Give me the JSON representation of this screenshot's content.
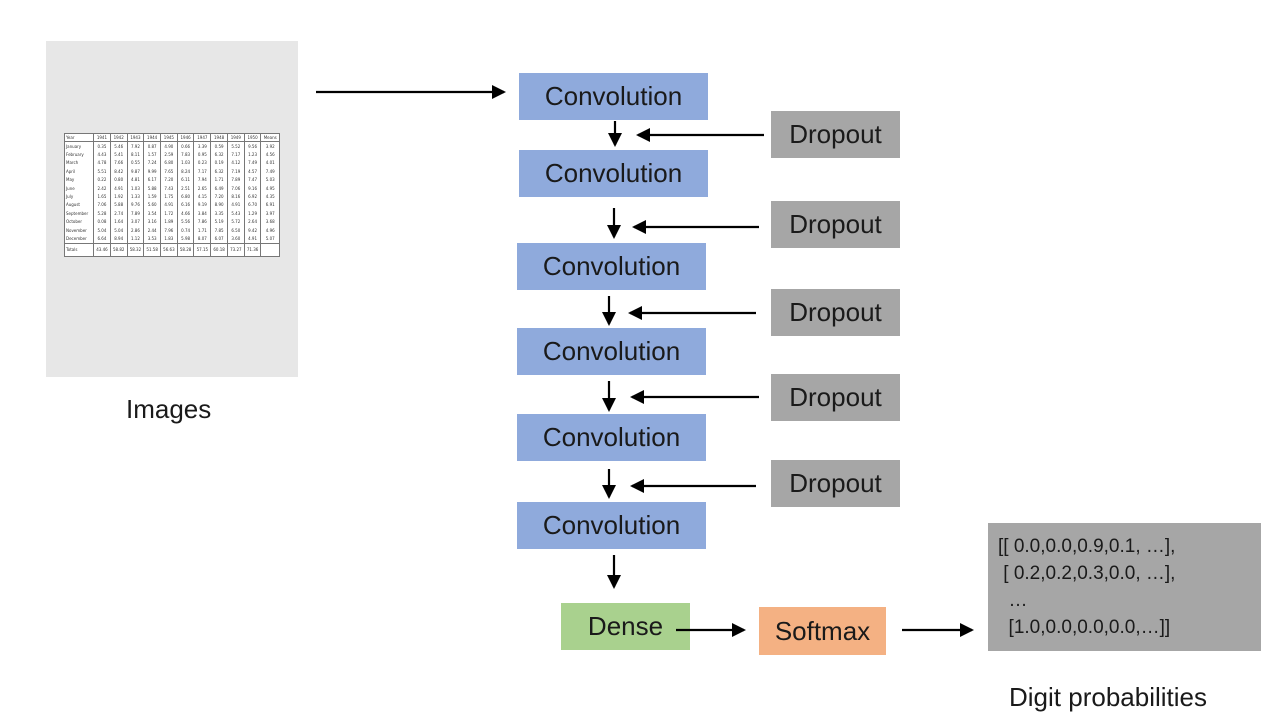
{
  "input": {
    "caption": "Images",
    "table": {
      "headers": [
        "Year",
        "1941",
        "1942",
        "1943",
        "1944",
        "1945",
        "1946",
        "1947",
        "1948",
        "1949",
        "1950",
        "Means"
      ],
      "rows": [
        [
          "January",
          "0.35",
          "5.46",
          "7.92",
          "0.87",
          "4.90",
          "0.66",
          "3.39",
          "0.59",
          "5.52",
          "9.56",
          "3.92"
        ],
        [
          "February",
          "4.43",
          "5.41",
          "8.11",
          "1.57",
          "2.59",
          "7.83",
          "0.95",
          "6.32",
          "7.17",
          "1.23",
          "4.56"
        ],
        [
          "March",
          "4.78",
          "7.66",
          "0.55",
          "7.24",
          "6.80",
          "1.03",
          "0.23",
          "0.19",
          "4.12",
          "7.49",
          "4.01"
        ],
        [
          "April",
          "5.51",
          "8.42",
          "9.87",
          "9.99",
          "7.65",
          "8.24",
          "7.17",
          "6.32",
          "7.19",
          "4.57",
          "7.49"
        ],
        [
          "May",
          "0.22",
          "0.80",
          "4.81",
          "6.17",
          "7.20",
          "6.11",
          "7.94",
          "1.71",
          "7.89",
          "7.47",
          "5.03"
        ],
        [
          "June",
          "2.42",
          "4.91",
          "1.03",
          "5.88",
          "7.43",
          "2.51",
          "2.65",
          "6.49",
          "7.06",
          "9.16",
          "4.95"
        ],
        [
          "July",
          "1.65",
          "1.92",
          "1.33",
          "1.59",
          "1.75",
          "6.80",
          "4.15",
          "7.20",
          "8.16",
          "6.92",
          "4.35"
        ],
        [
          "August",
          "7.06",
          "5.88",
          "9.76",
          "5.60",
          "4.91",
          "6.16",
          "9.19",
          "8.90",
          "4.91",
          "6.70",
          "6.91"
        ],
        [
          "September",
          "5.28",
          "2.74",
          "7.89",
          "3.54",
          "1.72",
          "4.66",
          "3.84",
          "3.35",
          "5.43",
          "1.29",
          "3.97"
        ],
        [
          "October",
          "0.08",
          "1.64",
          "3.07",
          "3.16",
          "1.89",
          "5.56",
          "7.86",
          "5.19",
          "5.72",
          "2.64",
          "3.68"
        ],
        [
          "November",
          "5.04",
          "5.04",
          "2.86",
          "2.44",
          "7.96",
          "0.74",
          "1.71",
          "7.85",
          "6.50",
          "9.42",
          "4.96"
        ],
        [
          "December",
          "6.64",
          "8.94",
          "1.12",
          "3.53",
          "1.83",
          "5.98",
          "8.07",
          "6.07",
          "3.60",
          "4.91",
          "5.07"
        ]
      ],
      "totals": [
        "Totals",
        "43.46",
        "58.82",
        "58.32",
        "51.58",
        "56.63",
        "58.28",
        "57.15",
        "60.18",
        "73.27",
        "71.36",
        ""
      ]
    }
  },
  "convolution_label": "Convolution",
  "dropout_label": "Dropout",
  "dense_label": "Dense",
  "softmax_label": "Softmax",
  "output": {
    "lines": [
      "[[ 0.0,0.0,0.9,0.1, …],",
      " [ 0.2,0.2,0.3,0.0, …],",
      "  …",
      "  [1.0,0.0,0.0,0.0,…]]"
    ],
    "caption": "Digit probabilities"
  }
}
